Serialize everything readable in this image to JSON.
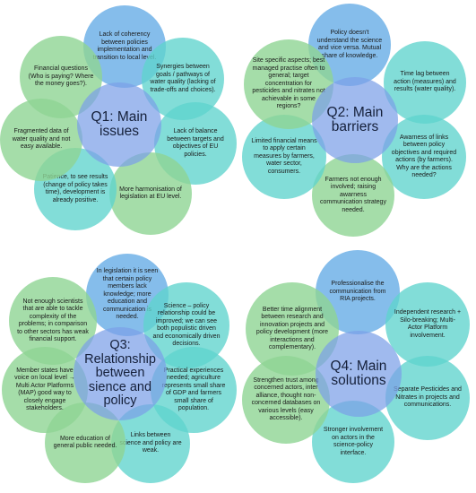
{
  "colors": {
    "green": "#8fd594",
    "cyan": "#5fd3cd",
    "blue": "#6aaee6",
    "center": "#7ca0e8"
  },
  "q1": {
    "title": "Q1: Main issues",
    "items": [
      "Lack of coherency between policies implementation and transition to local level.",
      "Synergies between goals / pathways of water quality (lacking of trade-offs and choices).",
      "Lack of balance between targets and objectives of EU policies.",
      "More harmonisation of legislation at EU level.",
      "Patience, to see results (change of policy takes time), development is already positive.",
      "Fragmented data of water quality and not easy available.",
      "Financial questions (Who is paying? Where the money goes?)."
    ]
  },
  "q2": {
    "title": "Q2: Main barriers",
    "items": [
      "Policy doesn't understand the science and vice versa. Mutual share of knowledge.",
      "Time lag between action (measures) and results (water quality).",
      "Awarness of links between policy objectives and required actions (by farmers). Why are the actions needed?",
      "Farmers not enough involved; raising awarness communication strategy needed.",
      "Limited financial means to apply certain measures by farmers, water sector, consumers.",
      "Site specific aspects; best managed practise often to general; target concentration for pesticides and nitrates not achievable in some regions?"
    ]
  },
  "q3": {
    "title": "Q3: Relationship between sience and policy",
    "items": [
      "In legislation it is seen that certain policy members lack knowledge; more education and communication is needed.",
      "Science – policy relationship could be improved; we can see both populistic driven and economically driven decisions.",
      "Practical experiences needed; agriculture represents small share of GDP and farmers small share of population.",
      "Links between science and policy are weak.",
      "More education of general public needed.",
      "Member states have voice on local level → Multi Actor Platforms (MAP) good way to closely engage stakeholders.",
      "Not enough scientists that are able to tackle complexity of the problems; in comparison to other sectors has weak financial support."
    ]
  },
  "q4": {
    "title": "Q4: Main solutions",
    "items": [
      "Professionalise the communication from RIA projects.",
      "Independent research + Silo-breaking; Multi-Actor Platform involvement.",
      "Separate Pesticides and Nitrates in projects and communications.",
      "Stronger involvement on actors in the science-policy interface.",
      "Strengthen trust among concerned actors, inter alliance, thought non-concerned databases on various levels (easy accessible).",
      "Better time alignment between research and innovation projects and policy development (more interactions and complementary)."
    ]
  }
}
